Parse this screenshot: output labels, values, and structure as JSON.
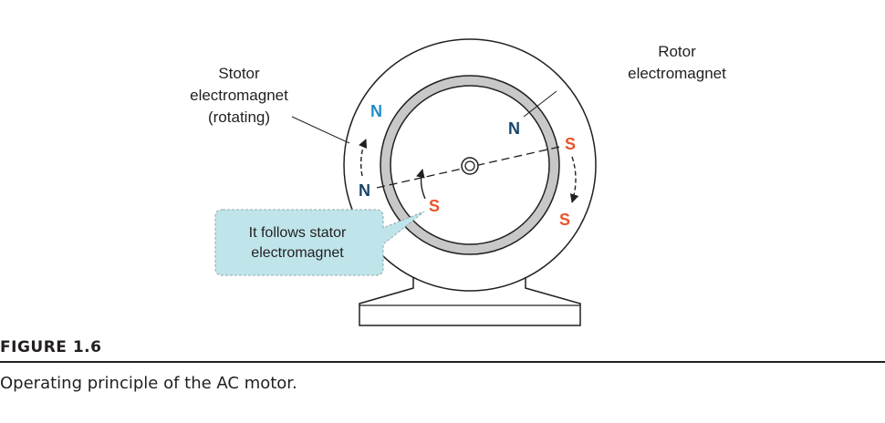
{
  "labels": {
    "stator_line1": "Stotor",
    "stator_line2": "electromagnet",
    "stator_line3": "(rotating)",
    "rotor_line1": "Rotor",
    "rotor_line2": "electromagnet",
    "callout_line1": "It follows stator",
    "callout_line2": "electromagnet"
  },
  "poles": {
    "stator_north": "N",
    "stator_south": "S",
    "stator_south_moved": "S",
    "rotor_north": "N",
    "rotor_south": "S"
  },
  "colors": {
    "stator_north": "#1f8dc9",
    "rotor_north": "#17456b",
    "south": "#e8542a",
    "callout_fill": "#bfe5ea",
    "ring_fill": "#c8c8c8"
  },
  "figure_label": "FIGURE 1.6",
  "caption": "Operating principle of the AC motor."
}
